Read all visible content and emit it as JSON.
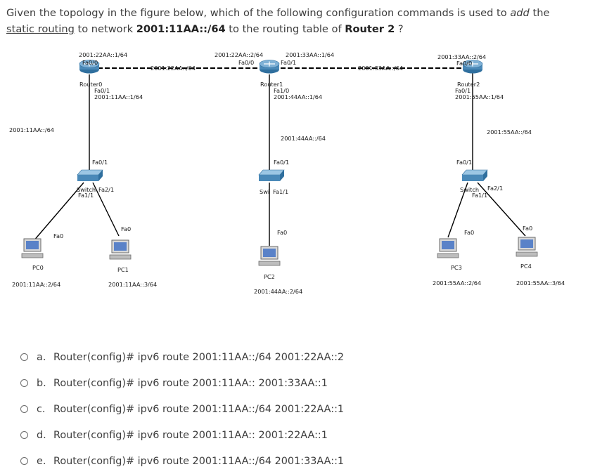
{
  "question": {
    "line1": {
      "pre": "Given the topology in the figure below, which of the following configuration commands is used to ",
      "em": "add",
      "post": " the"
    },
    "line2": {
      "u": "static routing",
      "mid": " to network ",
      "net": "2001:11AA::/64",
      "mid2": " to the routing table of ",
      "rtr": "Router 2",
      "end": " ?"
    }
  },
  "figure": {
    "r0_fa00_ip": "2001:22AA::1/64",
    "r0_fa00": "Fa0/0",
    "link_r0_r1": "2001:22AA::/64",
    "r1_fa00_ip": "2001:22AA::2/64",
    "r1_fa01_ip": "2001:33AA::1/64",
    "r1_fa00": "Fa0/0",
    "r1_fa01": "Fa0/1",
    "link_r1_r2": "2001:33AA::/64",
    "r2_fa00_ip": "2001:33AA::2/64",
    "r2_fa00": "Fa0/0",
    "r0_name": "Router0",
    "r0_fa01": "Fa0/1",
    "r0_fa01_ip": "2001:11AA::1/64",
    "r1_name": "Router1",
    "r1_fa10": "Fa1/0",
    "r1_fa10_ip": "2001:44AA::1/64",
    "r2_name": "Router2",
    "r2_fa01": "Fa0/1",
    "r2_fa01_ip": "2001:55AA::1/64",
    "net_left": "2001:11AA::/64",
    "net_mid": "2001:44AA::/64",
    "net_right": "2001:55AA::/64",
    "sw0_fa01": "Fa0/1",
    "sw1_fa01": "Fa0/1",
    "sw2_fa01": "Fa0/1",
    "sw0_name": "Switch",
    "sw0_fa21": "Fa2/1",
    "sw0_fa11": "Fa1/1",
    "sw1_name": "Swi",
    "sw1_fa11": "Fa1/1",
    "sw2_name": "Switch",
    "sw2_fa21": "Fa2/1",
    "sw2_fa11": "Fa1/1",
    "fa0": "Fa0",
    "pc0": "PC0",
    "pc1": "PC1",
    "pc2": "PC2",
    "pc3": "PC3",
    "pc4": "PC4",
    "pc0_ip": "2001:11AA::2/64",
    "pc1_ip": "2001:11AA::3/64",
    "pc2_ip": "2001:44AA::2/64",
    "pc3_ip": "2001:55AA::2/64",
    "pc4_ip": "2001:55AA::3/64"
  },
  "options": [
    {
      "letter": "a.",
      "text": "Router(config)# ipv6 route 2001:11AA::/64 2001:22AA::2"
    },
    {
      "letter": "b.",
      "text": "Router(config)# ipv6 route 2001:11AA:: 2001:33AA::1"
    },
    {
      "letter": "c.",
      "text": "Router(config)# ipv6 route 2001:11AA::/64 2001:22AA::1"
    },
    {
      "letter": "d.",
      "text": "Router(config)# ipv6 route 2001:11AA:: 2001:22AA::1"
    },
    {
      "letter": "e.",
      "text": "Router(config)# ipv6 route 2001:11AA::/64 2001:33AA::1"
    }
  ],
  "colors": {
    "router": "#4a89b8",
    "switch": "#4a89b8",
    "link_dash": "#000000",
    "pc_screen": "#5a82c8"
  }
}
